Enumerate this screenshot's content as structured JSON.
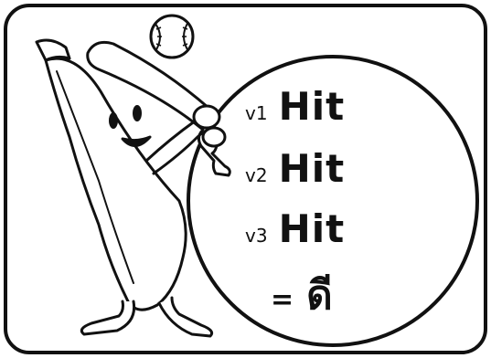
{
  "lines": [
    {
      "label": "v1",
      "word": "Hit"
    },
    {
      "label": "v2",
      "word": "Hit"
    },
    {
      "label": "v3",
      "word": "Hit"
    }
  ],
  "result": {
    "equals": "=",
    "word": "ดี"
  },
  "illustration": {
    "character": "banana-batter",
    "icons": [
      "baseball-icon",
      "bat-icon"
    ]
  },
  "colors": {
    "ink": "#111111",
    "paper": "#ffffff"
  }
}
